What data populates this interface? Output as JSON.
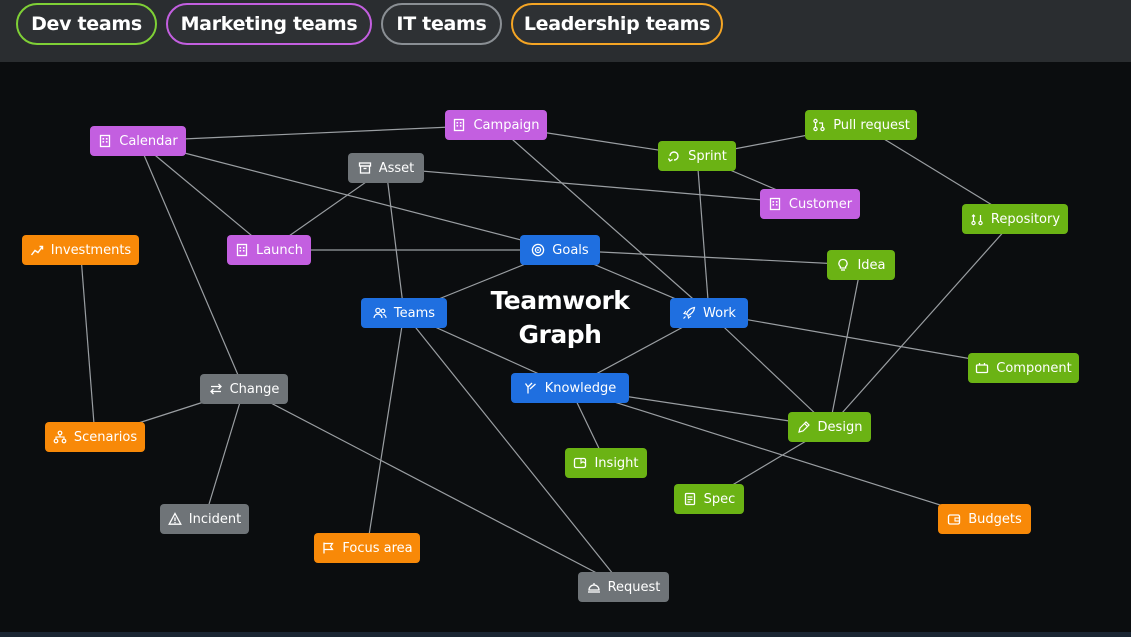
{
  "tabs": [
    {
      "label": "Dev teams",
      "color": "#7fd036"
    },
    {
      "label": "Marketing teams",
      "color": "#c35fe0"
    },
    {
      "label": "IT teams",
      "color": "#8a8f94"
    },
    {
      "label": "Leadership teams",
      "color": "#f5a524"
    }
  ],
  "center": {
    "line1": "Teamwork",
    "line2": "Graph"
  },
  "colors": {
    "purple": "#c35fe0",
    "green": "#6bb314",
    "blue": "#1f6fe0",
    "gray": "#6f7478",
    "orange": "#f88908",
    "edge": "#9a9ea2"
  },
  "nodes": {
    "calendar": {
      "label": "Calendar",
      "icon": "building-icon",
      "group": "purple"
    },
    "campaign": {
      "label": "Campaign",
      "icon": "building-icon",
      "group": "purple"
    },
    "asset": {
      "label": "Asset",
      "icon": "archive-icon",
      "group": "gray"
    },
    "sprint": {
      "label": "Sprint",
      "icon": "sprint-loop-icon",
      "group": "green"
    },
    "pull_request": {
      "label": "Pull request",
      "icon": "pull-request-icon",
      "group": "green"
    },
    "customer": {
      "label": "Customer",
      "icon": "building-icon",
      "group": "purple"
    },
    "repository": {
      "label": "Repository",
      "icon": "repository-icon",
      "group": "green"
    },
    "investments": {
      "label": "Investments",
      "icon": "trend-chart-icon",
      "group": "orange"
    },
    "launch": {
      "label": "Launch",
      "icon": "building-icon",
      "group": "purple"
    },
    "goals": {
      "label": "Goals",
      "icon": "target-icon",
      "group": "blue"
    },
    "idea": {
      "label": "Idea",
      "icon": "lightbulb-icon",
      "group": "green"
    },
    "teams": {
      "label": "Teams",
      "icon": "people-icon",
      "group": "blue"
    },
    "work": {
      "label": "Work",
      "icon": "rocket-icon",
      "group": "blue"
    },
    "component": {
      "label": "Component",
      "icon": "component-icon",
      "group": "green"
    },
    "change": {
      "label": "Change",
      "icon": "swap-arrows-icon",
      "group": "gray"
    },
    "knowledge": {
      "label": "Knowledge",
      "icon": "branch-icon",
      "group": "blue"
    },
    "scenarios": {
      "label": "Scenarios",
      "icon": "hierarchy-icon",
      "group": "orange"
    },
    "design": {
      "label": "Design",
      "icon": "pen-icon",
      "group": "green"
    },
    "insight": {
      "label": "Insight",
      "icon": "insight-icon",
      "group": "green"
    },
    "spec": {
      "label": "Spec",
      "icon": "document-icon",
      "group": "green"
    },
    "incident": {
      "label": "Incident",
      "icon": "warning-icon",
      "group": "gray"
    },
    "focus_area": {
      "label": "Focus area",
      "icon": "flag-icon",
      "group": "orange"
    },
    "budgets": {
      "label": "Budgets",
      "icon": "wallet-icon",
      "group": "orange"
    },
    "request": {
      "label": "Request",
      "icon": "service-bell-icon",
      "group": "gray"
    }
  },
  "edges": [
    [
      "calendar",
      "campaign"
    ],
    [
      "calendar",
      "launch"
    ],
    [
      "calendar",
      "goals"
    ],
    [
      "calendar",
      "change"
    ],
    [
      "campaign",
      "sprint"
    ],
    [
      "campaign",
      "work"
    ],
    [
      "asset",
      "launch"
    ],
    [
      "asset",
      "teams"
    ],
    [
      "asset",
      "customer"
    ],
    [
      "sprint",
      "pull_request"
    ],
    [
      "sprint",
      "customer"
    ],
    [
      "sprint",
      "work"
    ],
    [
      "pull_request",
      "repository"
    ],
    [
      "repository",
      "design"
    ],
    [
      "investments",
      "scenarios"
    ],
    [
      "launch",
      "goals"
    ],
    [
      "goals",
      "teams"
    ],
    [
      "goals",
      "work"
    ],
    [
      "goals",
      "idea"
    ],
    [
      "idea",
      "design"
    ],
    [
      "teams",
      "knowledge"
    ],
    [
      "teams",
      "focus_area"
    ],
    [
      "teams",
      "request"
    ],
    [
      "work",
      "knowledge"
    ],
    [
      "work",
      "component"
    ],
    [
      "work",
      "design"
    ],
    [
      "change",
      "scenarios"
    ],
    [
      "change",
      "incident"
    ],
    [
      "change",
      "request"
    ],
    [
      "knowledge",
      "insight"
    ],
    [
      "knowledge",
      "design"
    ],
    [
      "knowledge",
      "budgets"
    ],
    [
      "design",
      "spec"
    ]
  ]
}
